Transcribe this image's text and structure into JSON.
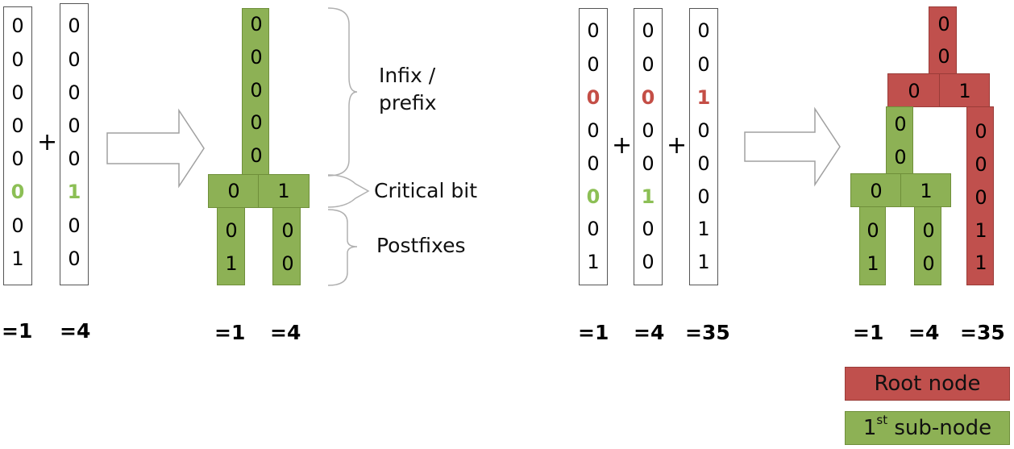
{
  "colors": {
    "green_box": "#8db155",
    "green_digit": "#8cbf55",
    "red_box": "#c0504d",
    "red_digit": "#c44e46"
  },
  "example1": {
    "col_a": [
      "0",
      "0",
      "0",
      "0",
      "0",
      "0",
      "0",
      "1"
    ],
    "col_b": [
      "0",
      "0",
      "0",
      "0",
      "0",
      "1",
      "0",
      "0"
    ],
    "plus": "+",
    "val_a": "=1",
    "val_b": "=4"
  },
  "tree1": {
    "prefix": [
      "0",
      "0",
      "0",
      "0",
      "0"
    ],
    "crit_left": "0",
    "crit_right": "1",
    "post_left": [
      "0",
      "1"
    ],
    "post_right": [
      "0",
      "0"
    ],
    "val_a": "=1",
    "val_b": "=4"
  },
  "labels": {
    "infix_line1": "Infix /",
    "infix_line2": "prefix",
    "critical_bit": "Critical bit",
    "postfixes": "Postfixes"
  },
  "example2": {
    "col_a": [
      "0",
      "0",
      "0",
      "0",
      "0",
      "0",
      "0",
      "1"
    ],
    "col_b": [
      "0",
      "0",
      "0",
      "0",
      "0",
      "1",
      "0",
      "0"
    ],
    "col_c": [
      "0",
      "0",
      "1",
      "0",
      "0",
      "0",
      "1",
      "1"
    ],
    "plus": "+",
    "val_a": "=1",
    "val_b": "=4",
    "val_c": "=35"
  },
  "tree2": {
    "root_prefix": [
      "0",
      "0"
    ],
    "root_left": "0",
    "root_right": "1",
    "sub_prefix": [
      "0",
      "0"
    ],
    "sub_left": "0",
    "sub_right": "1",
    "post_a": [
      "0",
      "1"
    ],
    "post_b": [
      "0",
      "0"
    ],
    "post_c": [
      "0",
      "0",
      "0",
      "1",
      "1"
    ],
    "val_a": "=1",
    "val_b": "=4",
    "val_c": "=35"
  },
  "legend": {
    "root": "Root node",
    "sub_prefix": "1",
    "sub_sup": "st",
    "sub_suffix": " sub-node"
  }
}
